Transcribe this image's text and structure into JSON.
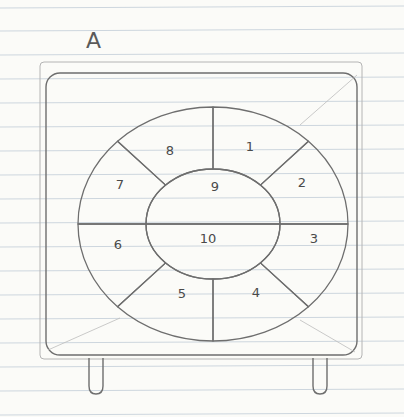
{
  "diagram": {
    "nodes": [
      {
        "text": [
          "1"
        ]
      },
      {
        "text": [
          "2"
        ]
      },
      {
        "text": [
          "3"
        ]
      },
      {
        "text": [
          "4"
        ]
      },
      {
        "text": [
          "5"
        ]
      },
      {
        "text": [
          "6"
        ]
      },
      {
        "text": [
          "7"
        ]
      },
      {
        "text": [
          "8"
        ]
      },
      {
        "text": [
          "9"
        ]
      },
      {
        "text": [
          "10"
        ]
      }
    ],
    "labels": [
      "A"
    ]
  }
}
